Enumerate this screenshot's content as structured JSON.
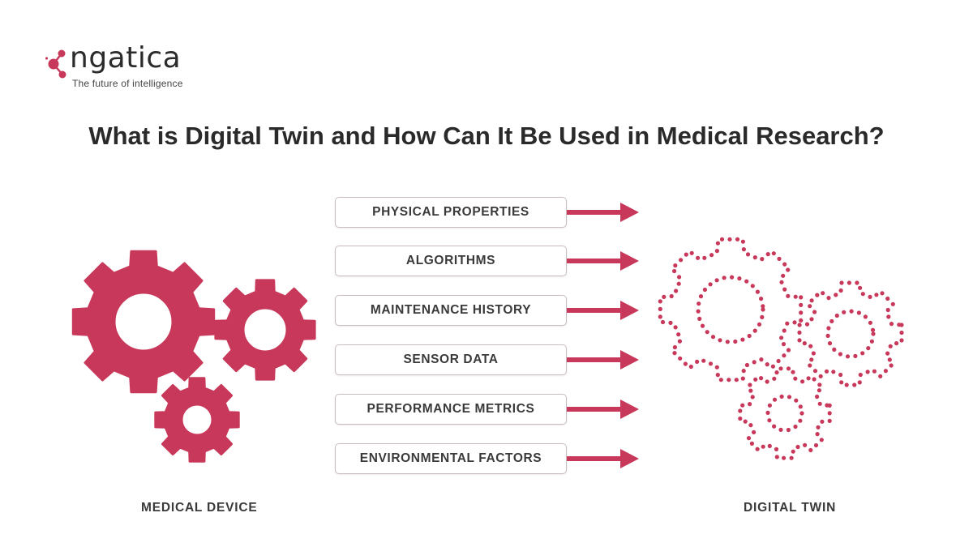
{
  "logo": {
    "wordmark": "ngatica",
    "tagline": "The future of intelligence"
  },
  "title": "What is Digital Twin and How Can It Be Used in Medical Research?",
  "properties": [
    "PHYSICAL PROPERTIES",
    "ALGORITHMS",
    "MAINTENANCE HISTORY",
    "SENSOR DATA",
    "PERFORMANCE METRICS",
    "ENVIRONMENTAL FACTORS"
  ],
  "left_label": "MEDICAL DEVICE",
  "right_label": "DIGITAL TWIN",
  "colors": {
    "accent": "#c8385a",
    "text": "#2a2a2a"
  },
  "icons": {
    "left": "solid-gears-icon",
    "right": "dotted-gears-icon",
    "arrow": "arrow-right-icon"
  }
}
